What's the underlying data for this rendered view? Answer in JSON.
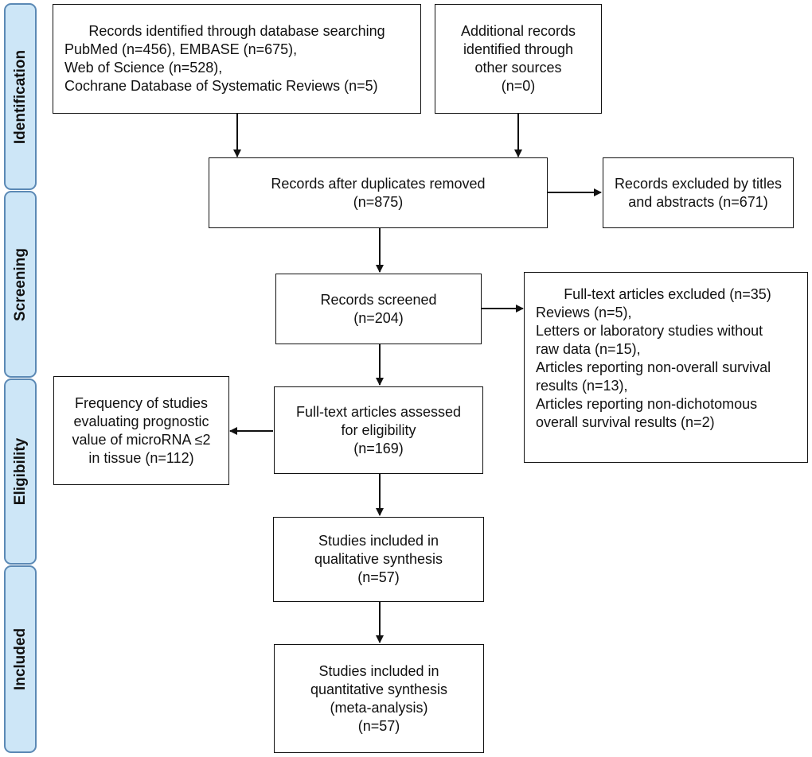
{
  "phases": {
    "identification": "Identification",
    "screening": "Screening",
    "eligibility": "Eligibility",
    "included": "Included"
  },
  "boxes": {
    "database_search": {
      "lines": [
        "Records identified through database searching",
        "PubMed (n=456), EMBASE (n=675),",
        "Web of Science (n=528),",
        "Cochrane Database of Systematic Reviews (n=5)"
      ]
    },
    "additional_records": {
      "lines": [
        "Additional records",
        "identified through",
        "other sources",
        "(n=0)"
      ]
    },
    "after_duplicates": {
      "lines": [
        "Records after duplicates removed",
        "(n=875)"
      ]
    },
    "excluded_titles": {
      "lines": [
        "Records excluded by titles",
        "and abstracts (n=671)"
      ]
    },
    "records_screened": {
      "lines": [
        "Records screened",
        "(n=204)"
      ]
    },
    "fulltext_excluded": {
      "lines": [
        "Full-text articles excluded (n=35)",
        "Reviews (n=5),",
        "Letters or laboratory studies without",
        "raw data (n=15),",
        "Articles reporting non-overall survival",
        "results (n=13),",
        "Articles reporting non-dichotomous",
        "overall survival results (n=2)"
      ]
    },
    "fulltext_assessed": {
      "lines": [
        "Full-text articles assessed",
        "for eligibility",
        "(n=169)"
      ]
    },
    "frequency_studies": {
      "lines": [
        "Frequency of studies",
        "evaluating prognostic",
        "value of microRNA ≤2",
        "in tissue (n=112)"
      ]
    },
    "qualitative": {
      "lines": [
        "Studies included in",
        "qualitative synthesis",
        "(n=57)"
      ]
    },
    "quantitative": {
      "lines": [
        "Studies included in",
        "quantitative synthesis",
        "(meta-analysis)",
        "(n=57)"
      ]
    }
  }
}
